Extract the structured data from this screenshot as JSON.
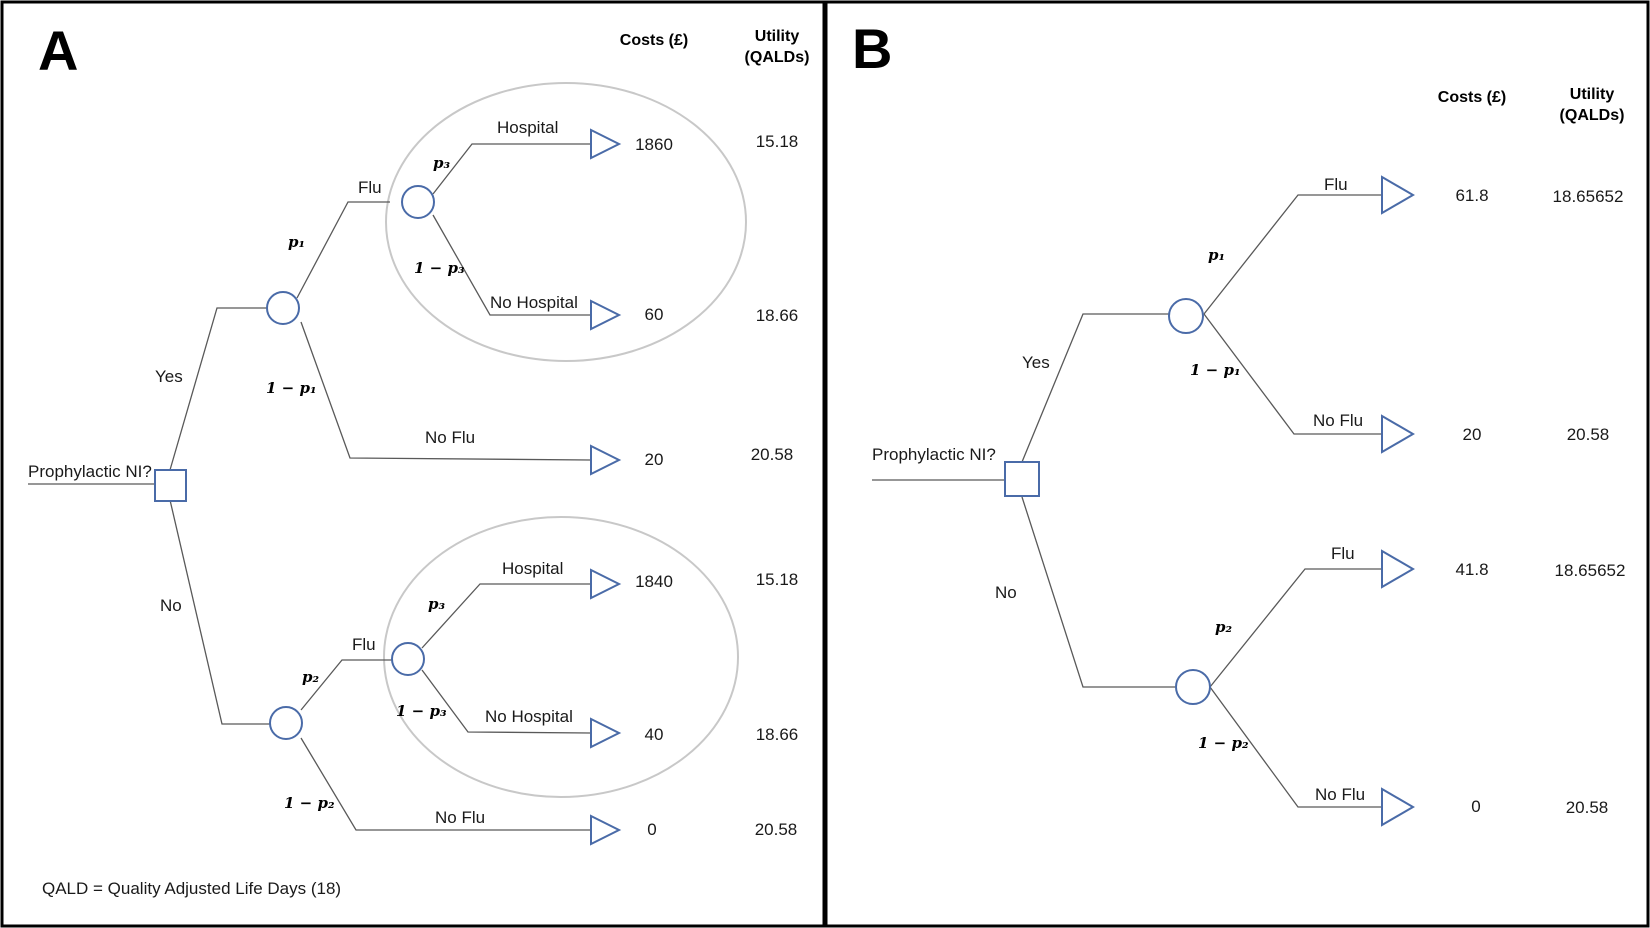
{
  "panelA": {
    "letter": "A",
    "header_costs": "Costs (£)",
    "header_utility_line1": "Utility",
    "header_utility_line2": "(QALDs)",
    "decision_label": "Prophylactic NI?",
    "yes": "Yes",
    "no": "No",
    "flu": "Flu",
    "no_flu": "No Flu",
    "hospital": "Hospital",
    "no_hospital": "No Hospital",
    "p1": "p₁",
    "one_minus_p1": "1 − p₁",
    "p2": "p₂",
    "one_minus_p2": "1 − p₂",
    "p3": "p₃",
    "one_minus_p3": "1 − p₃",
    "outcomes": [
      {
        "cost": "1860",
        "utility": "15.18"
      },
      {
        "cost": "60",
        "utility": "18.66"
      },
      {
        "cost": "20",
        "utility": "20.58"
      },
      {
        "cost": "1840",
        "utility": "15.18"
      },
      {
        "cost": "40",
        "utility": "18.66"
      },
      {
        "cost": "0",
        "utility": "20.58"
      }
    ],
    "footnote": "QALD = Quality Adjusted Life Days (18)"
  },
  "panelB": {
    "letter": "B",
    "header_costs": "Costs (£)",
    "header_utility_line1": "Utility",
    "header_utility_line2": "(QALDs)",
    "decision_label": "Prophylactic NI?",
    "yes": "Yes",
    "no": "No",
    "flu": "Flu",
    "no_flu": "No Flu",
    "p1": "p₁",
    "one_minus_p1": "1 − p₁",
    "p2": "p₂",
    "one_minus_p2": "1 − p₂",
    "outcomes": [
      {
        "cost": "61.8",
        "utility": "18.65652"
      },
      {
        "cost": "20",
        "utility": "20.58"
      },
      {
        "cost": "41.8",
        "utility": "18.65652"
      },
      {
        "cost": "0",
        "utility": "20.58"
      }
    ]
  },
  "colors": {
    "node_stroke": "#4a6ba8",
    "edge": "#595959",
    "ellipse": "#c8c8c8"
  }
}
